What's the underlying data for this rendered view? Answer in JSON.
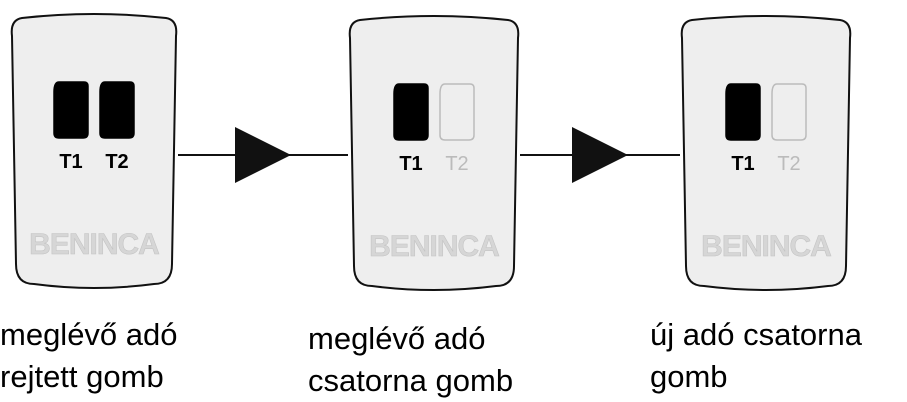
{
  "brand": "BENINCA",
  "colors": {
    "body_fill": "#eeeeee",
    "outline": "#111111",
    "button_active": "#000000",
    "button_inactive": "#bbbbbb",
    "logo": "#d6d6d6"
  },
  "remotes": [
    {
      "button_labels": [
        "T1",
        "T2"
      ],
      "t2_active": true,
      "caption_lines": [
        "meglévő adó",
        "rejtett gomb"
      ]
    },
    {
      "button_labels": [
        "T1",
        "T2"
      ],
      "t2_active": false,
      "caption_lines": [
        "meglévő adó",
        "csatorna gomb"
      ]
    },
    {
      "button_labels": [
        "T1",
        "T2"
      ],
      "t2_active": false,
      "caption_lines": [
        "új adó csatorna",
        "gomb"
      ]
    }
  ],
  "arrows": [
    {
      "from": 0,
      "to": 1
    },
    {
      "from": 1,
      "to": 2
    }
  ]
}
